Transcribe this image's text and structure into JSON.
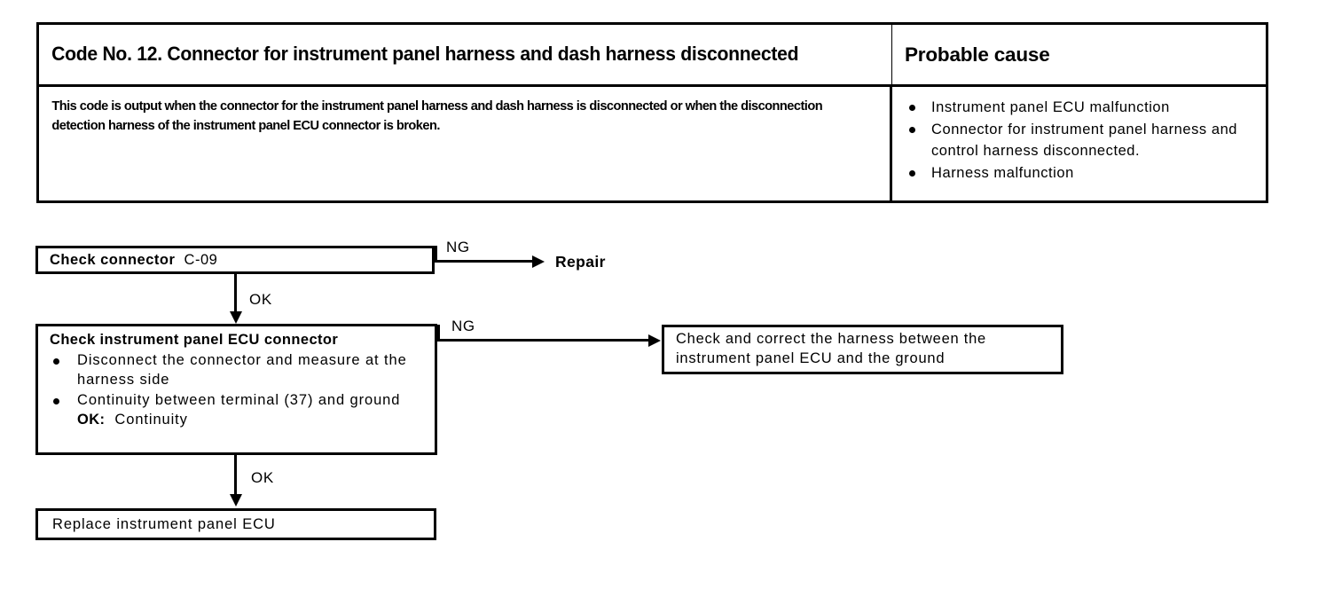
{
  "table": {
    "header": {
      "code_title": "Code No. 12. Connector for instrument panel harness and dash harness disconnected",
      "probable_cause_title": "Probable cause"
    },
    "body": {
      "description": "This code is output when the connector for the instrument panel harness and dash harness is disconnected or when the disconnection detection harness of the instrument panel ECU connector is broken.",
      "causes": [
        "Instrument panel ECU malfunction",
        "Connector for instrument panel harness and control harness disconnected.",
        "Harness malfunction"
      ]
    }
  },
  "flowchart": {
    "box1": {
      "lead": "Check connector",
      "value": "C-09"
    },
    "box2": {
      "title": "Check instrument panel ECU connector",
      "bullets": [
        "Disconnect the connector and measure at the harness side",
        "Continuity between terminal (37) and ground"
      ],
      "ok_lead": "OK:",
      "ok_value": "Continuity"
    },
    "box3": {
      "text": "Check and correct the harness between the instrument panel ECU and the ground"
    },
    "box4": {
      "text": "Replace instrument panel ECU"
    },
    "labels": {
      "ng1": "NG",
      "ng2": "NG",
      "ok1": "OK",
      "ok2": "OK",
      "repair": "Repair"
    }
  },
  "colors": {
    "ink": "#000000",
    "paper": "#ffffff"
  }
}
